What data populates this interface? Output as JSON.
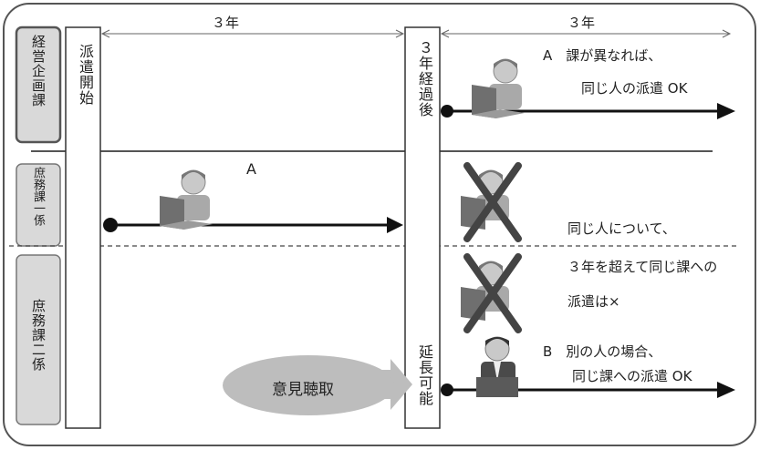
{
  "periods": {
    "first": "３年",
    "second": "３年"
  },
  "departments": [
    {
      "name": "経営企画課"
    },
    {
      "name": "庶務課一係"
    },
    {
      "name": "庶務課二係"
    }
  ],
  "columns": {
    "start": "派遣開始",
    "after": "３年経過後",
    "extension": "延長可能"
  },
  "cases": {
    "a_row1_marker": "A",
    "a_row1_line1": "A　課が異なれば、",
    "a_row1_line2": "同じ人の派遣 OK",
    "note_line1": "同じ人について、",
    "note_line2": "３年を超えて同じ課への",
    "note_line3": "派遣は×",
    "b_line1": "B　別の人の場合、",
    "b_line2": "同じ課への派遣 OK"
  },
  "hearing": {
    "label": "意見聴取"
  },
  "colors": {
    "box_fill": "#d9d9d9",
    "ellipse_fill": "#bdbdbd",
    "line": "#111111"
  }
}
